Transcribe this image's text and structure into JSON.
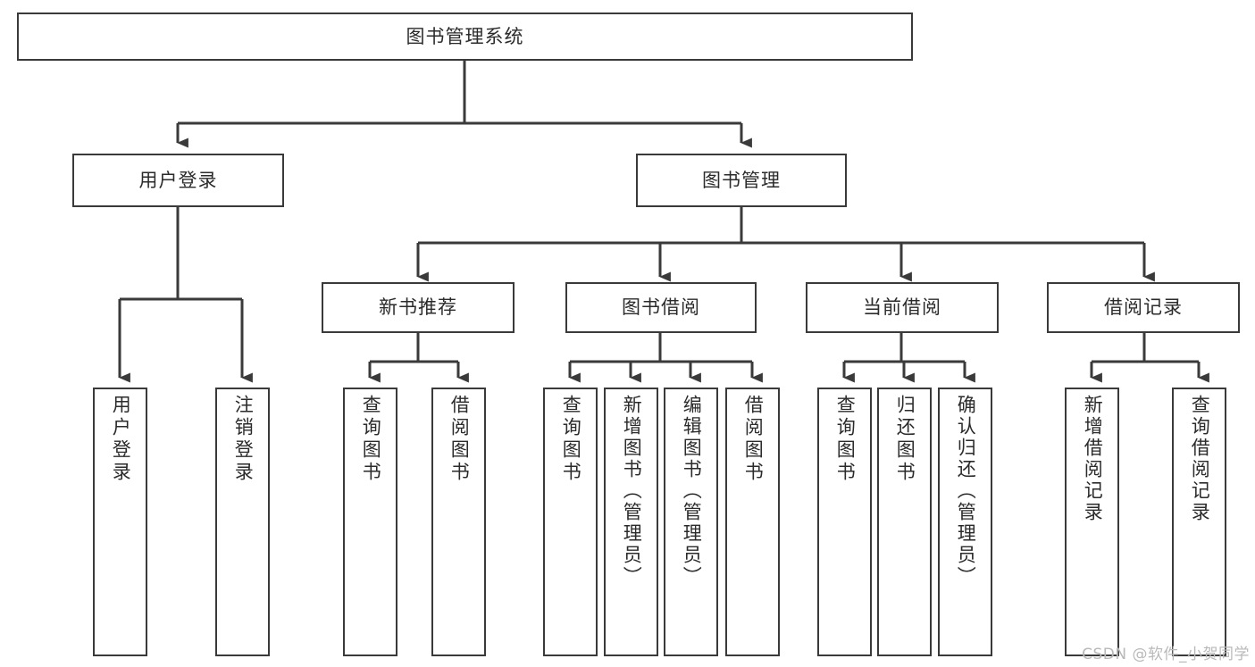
{
  "diagram": {
    "title": "图书管理系统",
    "type": "tree-hierarchy",
    "root": {
      "id": "root",
      "label": "图书管理系统"
    },
    "level2": [
      {
        "id": "user-login",
        "label": "用户登录"
      },
      {
        "id": "book-manage",
        "label": "图书管理"
      }
    ],
    "level3": [
      {
        "id": "new-book-recommend",
        "label": "新书推荐",
        "parent": "book-manage"
      },
      {
        "id": "book-borrow",
        "label": "图书借阅",
        "parent": "book-manage"
      },
      {
        "id": "current-borrow",
        "label": "当前借阅",
        "parent": "book-manage"
      },
      {
        "id": "borrow-record",
        "label": "借阅记录",
        "parent": "book-manage"
      }
    ],
    "leaves": [
      {
        "id": "leaf-user-login",
        "label": "用户登录",
        "parent": "user-login"
      },
      {
        "id": "leaf-user-logout",
        "label": "注销登录",
        "parent": "user-login"
      },
      {
        "id": "leaf-query-book-1",
        "label": "查询图书",
        "parent": "new-book-recommend"
      },
      {
        "id": "leaf-borrow-book-1",
        "label": "借阅图书",
        "parent": "new-book-recommend"
      },
      {
        "id": "leaf-query-book-2",
        "label": "查询图书",
        "parent": "book-borrow"
      },
      {
        "id": "leaf-add-book",
        "label": "新增图书（管理员）",
        "parent": "book-borrow"
      },
      {
        "id": "leaf-edit-book",
        "label": "编辑图书（管理员）",
        "parent": "book-borrow"
      },
      {
        "id": "leaf-borrow-book-2",
        "label": "借阅图书",
        "parent": "book-borrow"
      },
      {
        "id": "leaf-query-book-3",
        "label": "查询图书",
        "parent": "current-borrow"
      },
      {
        "id": "leaf-return-book",
        "label": "归还图书",
        "parent": "current-borrow"
      },
      {
        "id": "leaf-confirm-return",
        "label": "确认归还（管理员）",
        "parent": "current-borrow"
      },
      {
        "id": "leaf-add-record",
        "label": "新增借阅记录",
        "parent": "borrow-record"
      },
      {
        "id": "leaf-query-record",
        "label": "查询借阅记录",
        "parent": "borrow-record"
      }
    ],
    "colors": {
      "stroke": "#3a3a3a",
      "fill": "#ffffff",
      "text": "#2b2b2b",
      "watermark": "#b9b9b9"
    }
  },
  "watermark": {
    "text": "CSDN @软件_小贺同学"
  }
}
